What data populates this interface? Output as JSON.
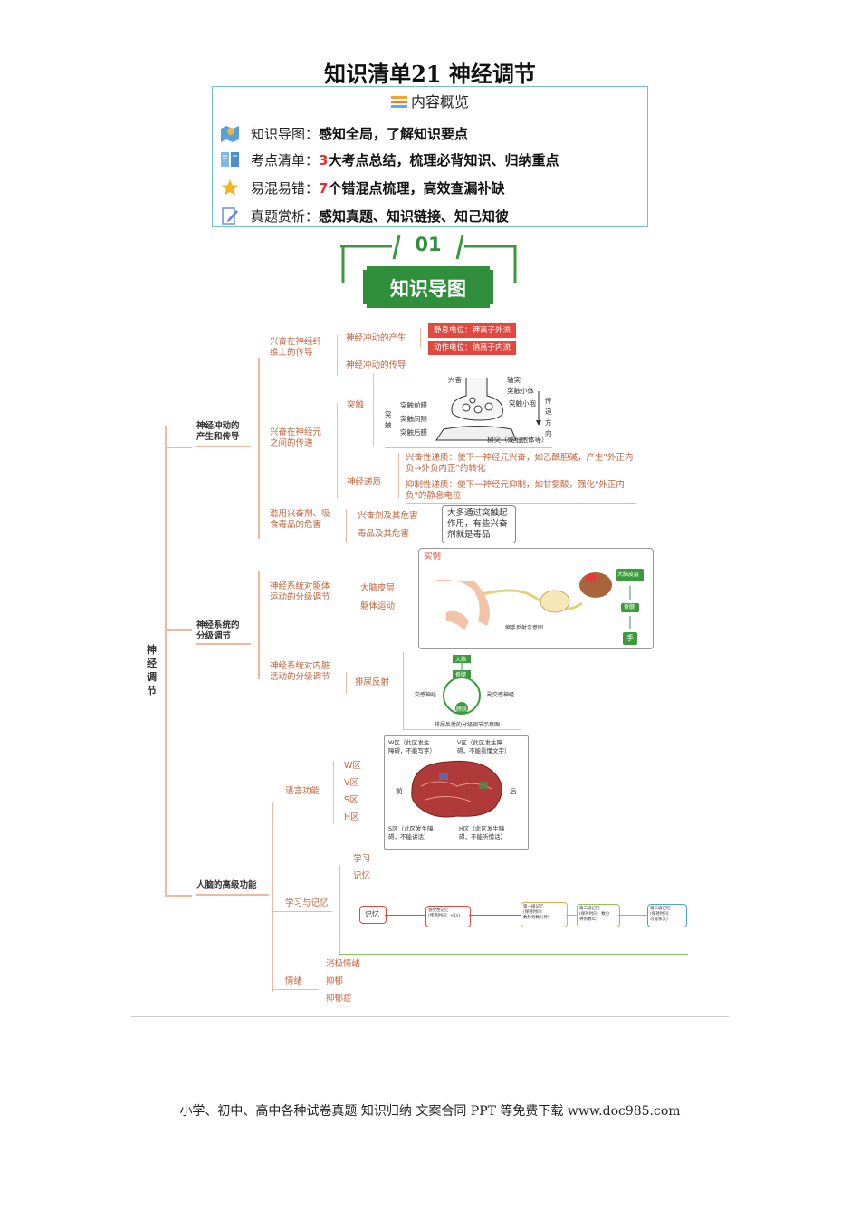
{
  "title": "知识清单21 神经调节",
  "overview": {
    "heading": "内容概览",
    "rows": [
      {
        "label": "知识导图：",
        "num": "",
        "value": "感知全局，了解知识要点",
        "icon": "map-icon"
      },
      {
        "label": "考点清单：",
        "num": "3",
        "value": "大考点总结，梳理必背知识、归纳重点",
        "icon": "book-icon"
      },
      {
        "label": "易混易错：",
        "num": "7",
        "value": "个错混点梳理，高效查漏补缺",
        "icon": "star-icon"
      },
      {
        "label": "真题赏析：",
        "num": "",
        "value": "感知真题、知识链接、知己知彼",
        "icon": "pencil-icon"
      }
    ]
  },
  "banner": {
    "number": "01",
    "label": "知识导图"
  },
  "mindmap": {
    "root": "神\n经\n调\n节",
    "branch1": {
      "title": "神经冲动的\n产生和传导",
      "sub1": "兴奋在神经纤\n维上的传导",
      "sub1a": "神经冲动的产生",
      "tag1": "静息电位：钾离子外流",
      "tag2": "动作电位：钠离子内流",
      "sub1b": "神经冲动的传导",
      "sub2": "兴奋在神经元\n之间的传递",
      "synapse": "突触",
      "syn_labels": [
        "兴奋",
        "轴突",
        "突触小体",
        "突触小泡",
        "突触前膜",
        "突触间隙",
        "突触后膜",
        "树突（或细胞体等）",
        "传递方向",
        "突触"
      ],
      "transmitter": "神经递质",
      "excite": "兴奋性递质：使下一神经元兴奋，如乙酰胆碱，产生\"外正内负→外负内正\"的转化",
      "inhibit": "抑制性递质：使下一神经元抑制，如甘氨酸，强化\"外正内负\"的静息电位",
      "sub3": "滥用兴奋剂、吸\n食毒品的危害",
      "stim": "兴奋剂及其危害",
      "drug": "毒品及其危害",
      "drug_note": "大多通过突触起\n作用，有些兴奋\n剂就是毒品"
    },
    "branch2": {
      "title": "神经系统的\n分级调节",
      "sub1": "神经系统对躯体\n运动的分级调节",
      "cortex": "大脑皮层",
      "body": "躯体运动",
      "example": "实例",
      "ex_labels": [
        "大脑皮层（运动区）",
        "脊髓",
        "手",
        "缩手反射示意图"
      ],
      "sub2": "神经系统对内脏\n活动的分级调节",
      "reflex": "排尿反射",
      "urine_labels": [
        "大脑",
        "脊髓",
        "交感神经",
        "副交感神经",
        "膀胱",
        "排尿反射的分级调节示意图"
      ]
    },
    "branch3": {
      "title": "人脑的高级功能",
      "language": "语言功能",
      "areas": [
        "W区",
        "V区",
        "S区",
        "H区"
      ],
      "area_notes": {
        "w": "W区（此区发生\n障碍，不能写字）",
        "v": "V区（此区发生障\n碍，不能看懂文字）",
        "s": "S区（此区发生障\n碍，不能讲话）",
        "h": "H区（此区发生障\n碍，不能听懂话）",
        "front": "前",
        "back": "后"
      },
      "learn": "学习与记忆",
      "learn_items": [
        "学习",
        "记忆"
      ],
      "memory": "记忆",
      "memory_stages": [
        "感觉性记忆\n(传递时间：<1s)",
        "第一级记忆\n(保持时间：\n数秒到数分钟)",
        "第二级记忆\n(保持时间：数分\n钟到数年)",
        "第三级记忆\n(保持时间：\n可能永久)"
      ],
      "emotion": "情绪",
      "emotion_items": [
        "消极情绪",
        "抑郁",
        "抑郁症"
      ]
    }
  },
  "footer": "小学、初中、高中各种试卷真题 知识归纳 文案合同 PPT 等免费下载   www.doc985.com",
  "colors": {
    "accent": "#e2483d",
    "branch": "#f1b8a0",
    "green": "#3a9a3c",
    "teal_border": "#6cc3cf"
  }
}
